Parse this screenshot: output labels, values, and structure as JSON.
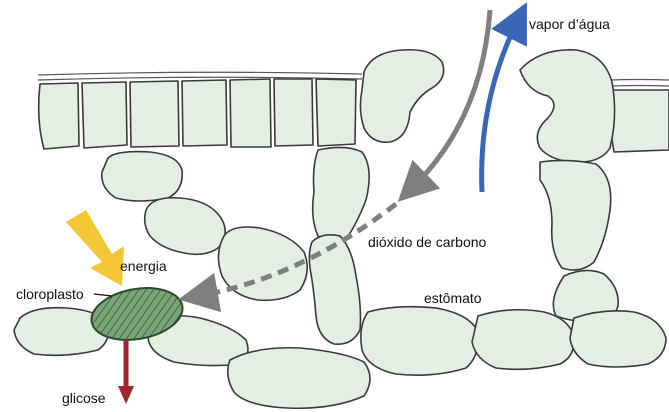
{
  "diagram": {
    "labels": {
      "vapor": "vapor d’água",
      "co2": "dióxido de carbono",
      "stomata": "estômato",
      "energy": "energia",
      "chloroplast": "cloroplasto",
      "glucose": "glicose"
    },
    "colors": {
      "cell_fill": "#e3efe2",
      "cell_stroke": "#3a3a3a",
      "co2_arrow": "#7f7f7f",
      "vapor_arrow": "#3a66b8",
      "energy_arrow": "#f4c534",
      "glucose_arrow": "#a0272d",
      "chloroplast": "#6e9a6e"
    }
  }
}
